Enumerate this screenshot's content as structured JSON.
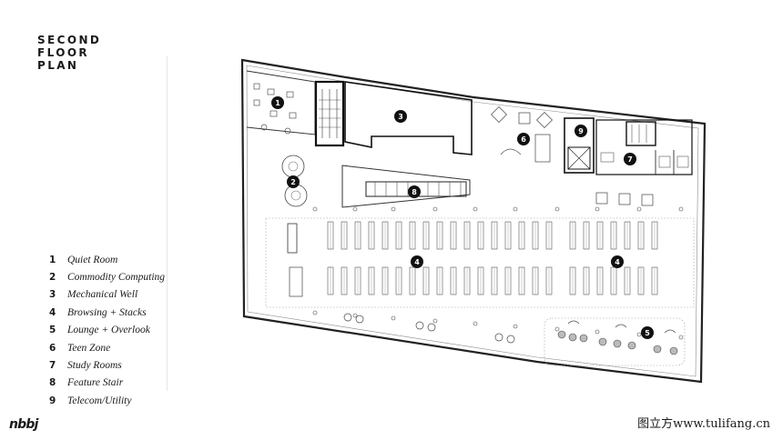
{
  "title": {
    "line1": "SECOND",
    "line2": "FLOOR",
    "line3": "PLAN"
  },
  "legend": [
    {
      "num": "1",
      "label": "Quiet Room"
    },
    {
      "num": "2",
      "label": "Commodity Computing"
    },
    {
      "num": "3",
      "label": "Mechanical Well"
    },
    {
      "num": "4",
      "label": "Browsing + Stacks"
    },
    {
      "num": "5",
      "label": "Lounge + Overlook"
    },
    {
      "num": "6",
      "label": "Teen Zone"
    },
    {
      "num": "7",
      "label": "Study Rooms"
    },
    {
      "num": "8",
      "label": "Feature Stair"
    },
    {
      "num": "9",
      "label": "Telecom/Utility"
    }
  ],
  "plan_markers": {
    "m1": "1",
    "m2": "2",
    "m3": "3",
    "m4a": "4",
    "m4b": "4",
    "m5": "5",
    "m6": "6",
    "m7": "7",
    "m8": "8",
    "m9": "9"
  },
  "logo": "nbbj",
  "watermark": "图立方www.tulifang.cn",
  "colors": {
    "ink": "#1a1a1a",
    "line": "#555555",
    "light_line": "#9a9a9a",
    "marker_fill": "#111111",
    "background": "#ffffff"
  }
}
